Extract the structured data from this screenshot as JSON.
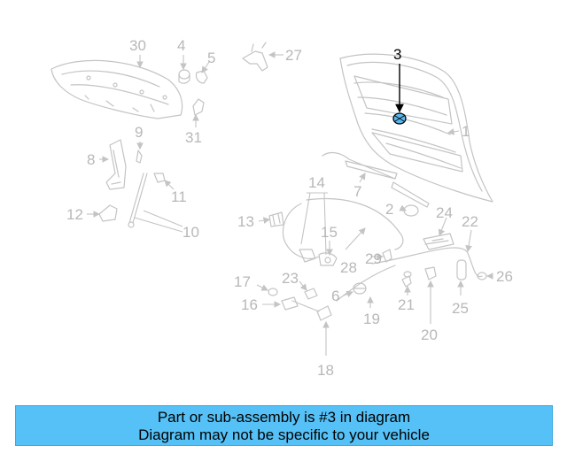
{
  "diagram": {
    "callouts": [
      "30",
      "4",
      "5",
      "27",
      "3",
      "1",
      "9",
      "31",
      "8",
      "11",
      "10",
      "12",
      "14",
      "7",
      "2",
      "24",
      "22",
      "13",
      "15",
      "28",
      "29",
      "17",
      "23",
      "6",
      "26",
      "16",
      "21",
      "25",
      "19",
      "20",
      "18"
    ],
    "highlighted_callout": "3",
    "colors": {
      "part_line": "#c4c4c4",
      "callout_text": "#b8b8b8",
      "highlight": "#000000",
      "highlight_part_fill": "#5bb7f0",
      "banner_bg": "#56c1f6"
    }
  },
  "banner": {
    "line1": "Part or sub-assembly is #3 in diagram",
    "line2": "Diagram may not be specific to your vehicle"
  }
}
